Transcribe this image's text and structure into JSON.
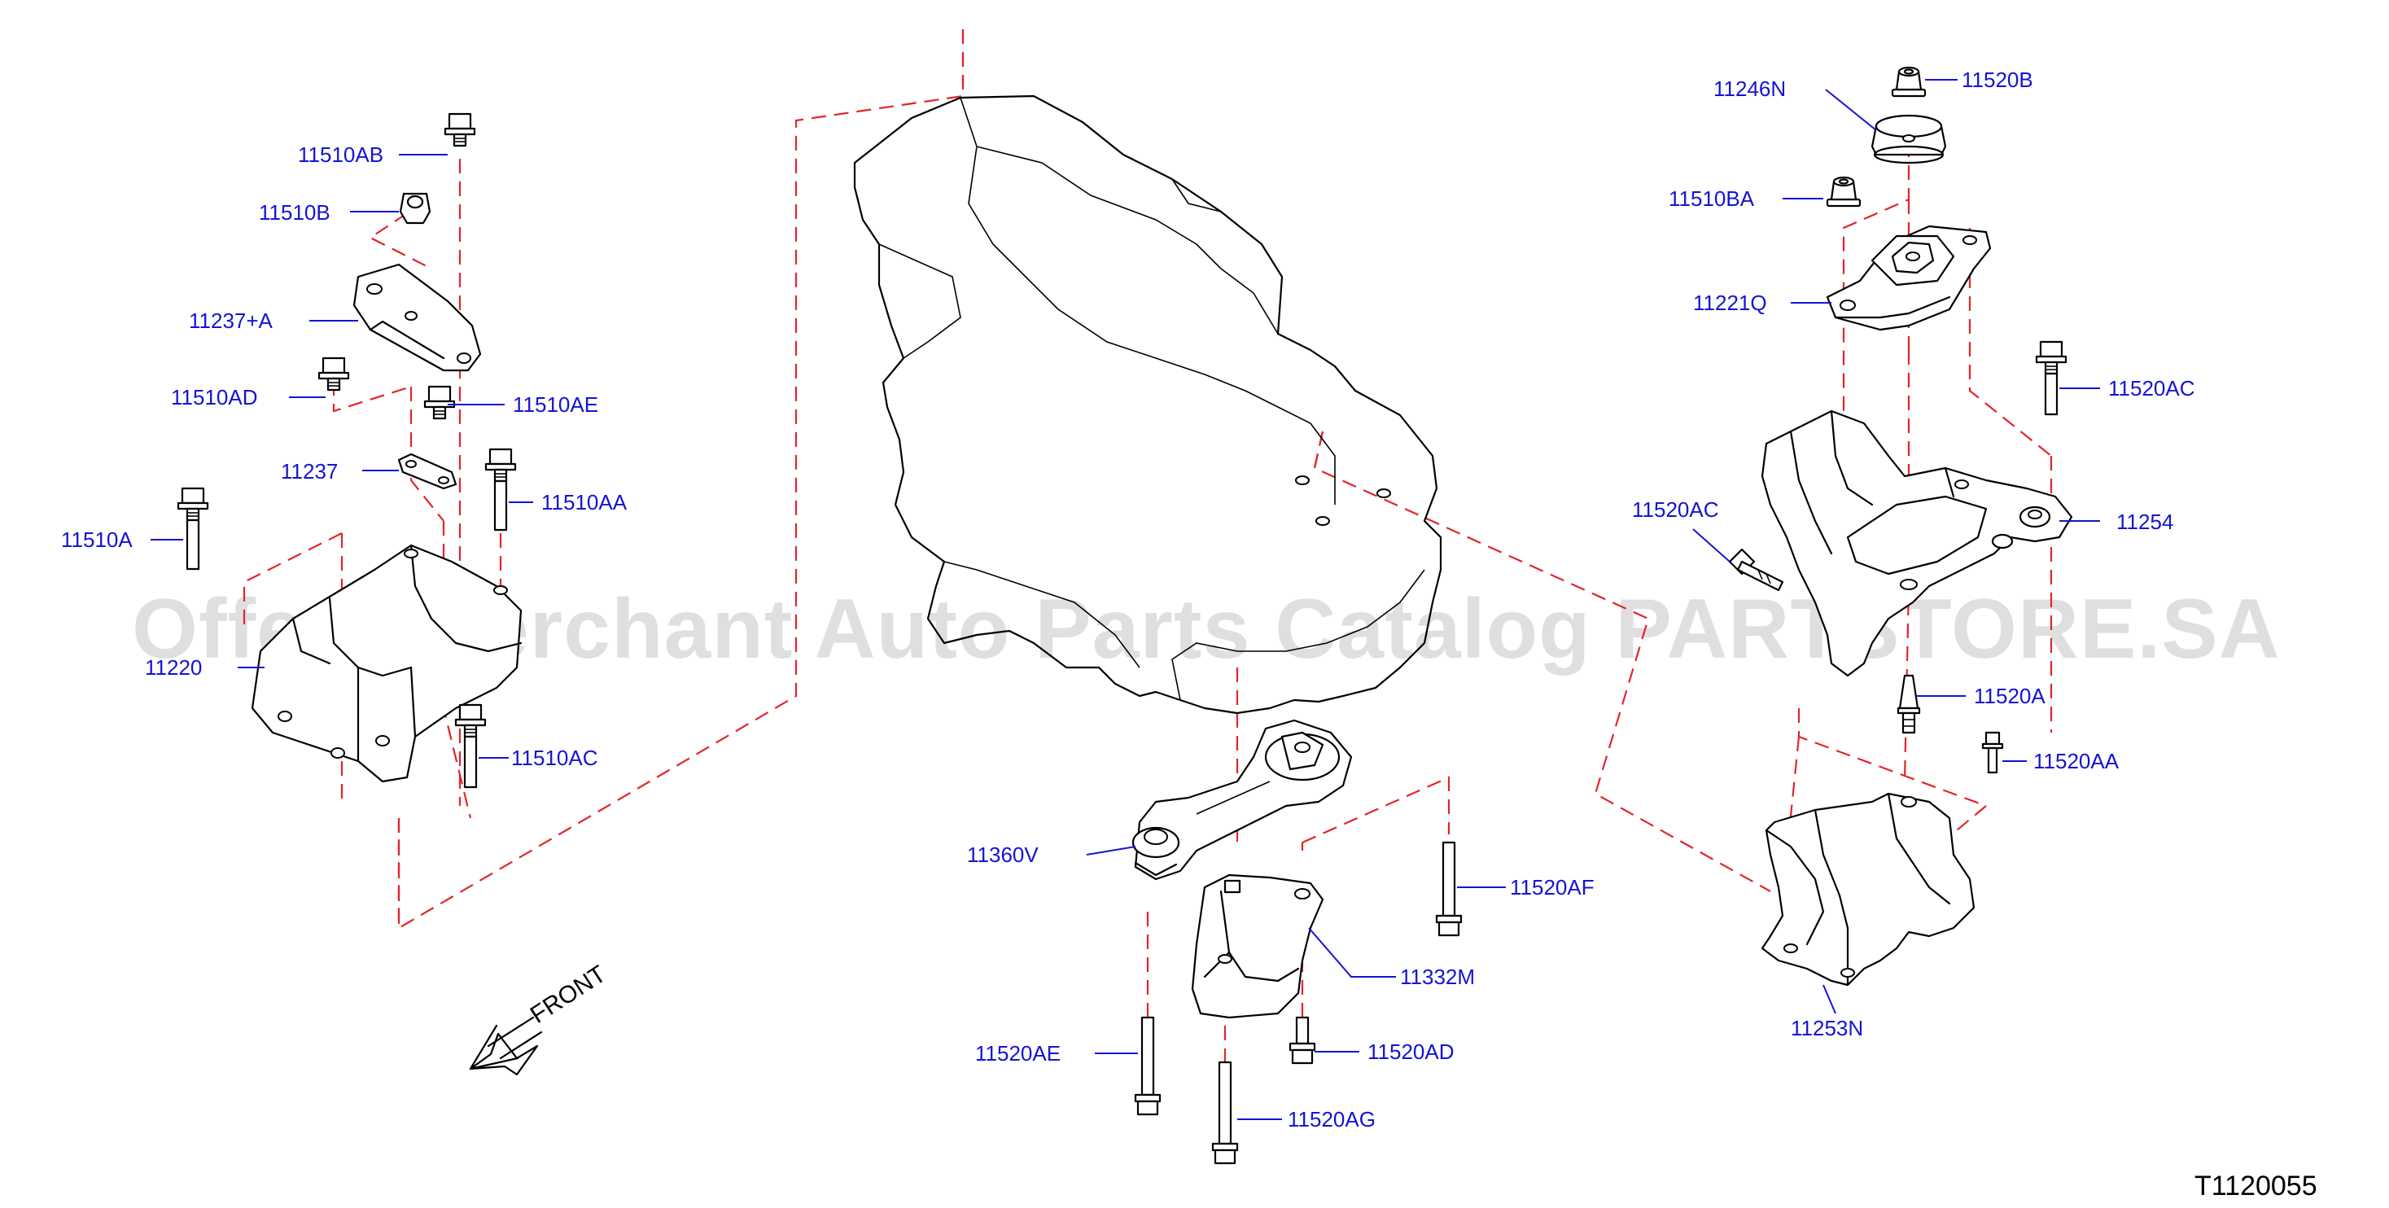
{
  "diagram": {
    "colors": {
      "label": "#1414d2",
      "lines": "#000000",
      "dashed_guides": "#e2252b"
    },
    "labels": {
      "l11510AB": "11510AB",
      "l11510B": "11510B",
      "l11237A": "11237+A",
      "l11510AD": "11510AD",
      "l11510AE": "11510AE",
      "l11237": "11237",
      "l11510AA": "11510AA",
      "l11510A": "11510A",
      "l11220": "11220",
      "l11510AC": "11510AC",
      "l11360V": "11360V",
      "l11332M": "11332M",
      "l11520AF": "11520AF",
      "l11520AE": "11520AE",
      "l11520AD": "11520AD",
      "l11520AG": "11520AG",
      "l11246N": "11246N",
      "l11520B": "11520B",
      "l11510BA": "11510BA",
      "l11221Q": "11221Q",
      "l11520AC_a": "11520AC",
      "l11520AC_b": "11520AC",
      "l11254": "11254",
      "l11520A": "11520A",
      "l11520AA": "11520AA",
      "l11253N": "11253N"
    },
    "front_label": "FRONT",
    "code": "T1120055",
    "watermark": "Offers Merchant Auto Parts Catalog PARTSTORE.SA"
  }
}
